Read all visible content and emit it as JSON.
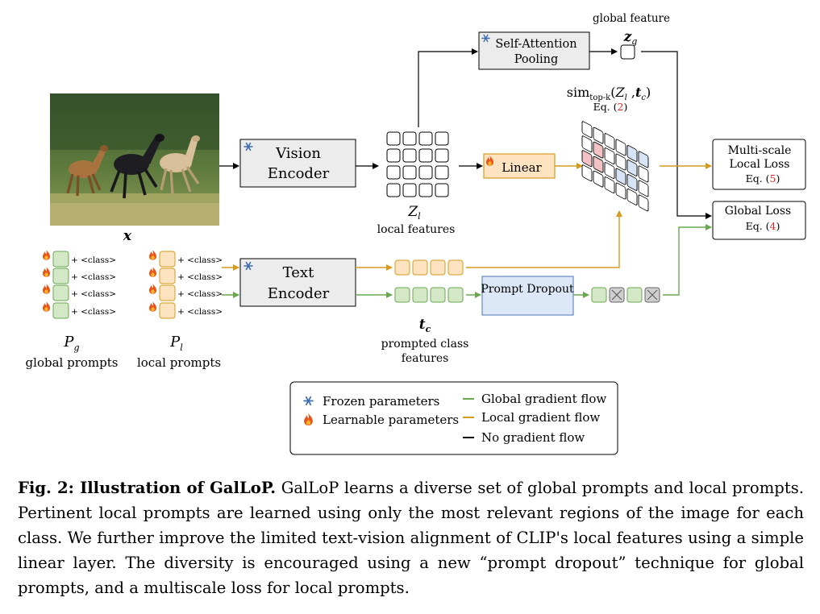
{
  "figure": {
    "input_label": "x",
    "global_feature": {
      "title": "global feature",
      "symbol": "z",
      "subscript": "g"
    },
    "similarity": {
      "fn": "sim",
      "sub": "top-k",
      "args_open": "(",
      "Z": "Z",
      "Z_sub": "l",
      "comma": " ,",
      "t": "t",
      "t_sub": "c",
      "args_close": ")",
      "eq_pre": "Eq. (",
      "eq_num": "2",
      "eq_post": ")"
    },
    "blocks": {
      "self_attention_line1": "Self-Attention",
      "self_attention_line2": "Pooling",
      "vision_line1": "Vision",
      "vision_line2": "Encoder",
      "text_line1": "Text",
      "text_line2": "Encoder",
      "linear": "Linear",
      "prompt_dropout": "Prompt Dropout",
      "multiscale_line1": "Multi-scale",
      "multiscale_line2": "Local Loss",
      "multiscale_eq_pre": "Eq. (",
      "multiscale_eq_num": "5",
      "multiscale_eq_post": ")",
      "global_loss_line1": "Global Loss",
      "global_loss_eq_pre": "Eq. (",
      "global_loss_eq_num": "4",
      "global_loss_eq_post": ")"
    },
    "local_features": {
      "symbol": "Z",
      "subscript": "l",
      "label": "local features"
    },
    "class_features": {
      "symbol": "t",
      "subscript": "c",
      "label_line1": "prompted class",
      "label_line2": "features"
    },
    "prompt_item": "+ <class>",
    "global_prompts": {
      "symbol": "P",
      "subscript": "g",
      "label": "global prompts"
    },
    "local_prompts": {
      "symbol": "P",
      "subscript": "l",
      "label": "local prompts"
    },
    "legend": {
      "frozen": "Frozen parameters",
      "learnable": "Learnable parameters",
      "global_flow": "Global gradient flow",
      "local_flow": "Local gradient flow",
      "no_flow": "No gradient flow"
    },
    "colors": {
      "global": "#6aa84f",
      "local": "#d69b1e",
      "none": "#000000",
      "frozen_icon": "#3d6cb0",
      "flame": "#e8541a",
      "eq_number": "#d62728"
    }
  },
  "caption": {
    "lead": "Fig. 2: Illustration of GalLoP.",
    "body": " GalLoP learns a diverse set of global prompts and local prompts. Pertinent local prompts are learned using only the most relevant regions of the image for each class. We further improve the limited text-vision alignment of CLIP's local features using a simple linear layer. The diversity is encouraged using a new “prompt dropout” technique for global prompts, and a multiscale loss for local prompts."
  }
}
